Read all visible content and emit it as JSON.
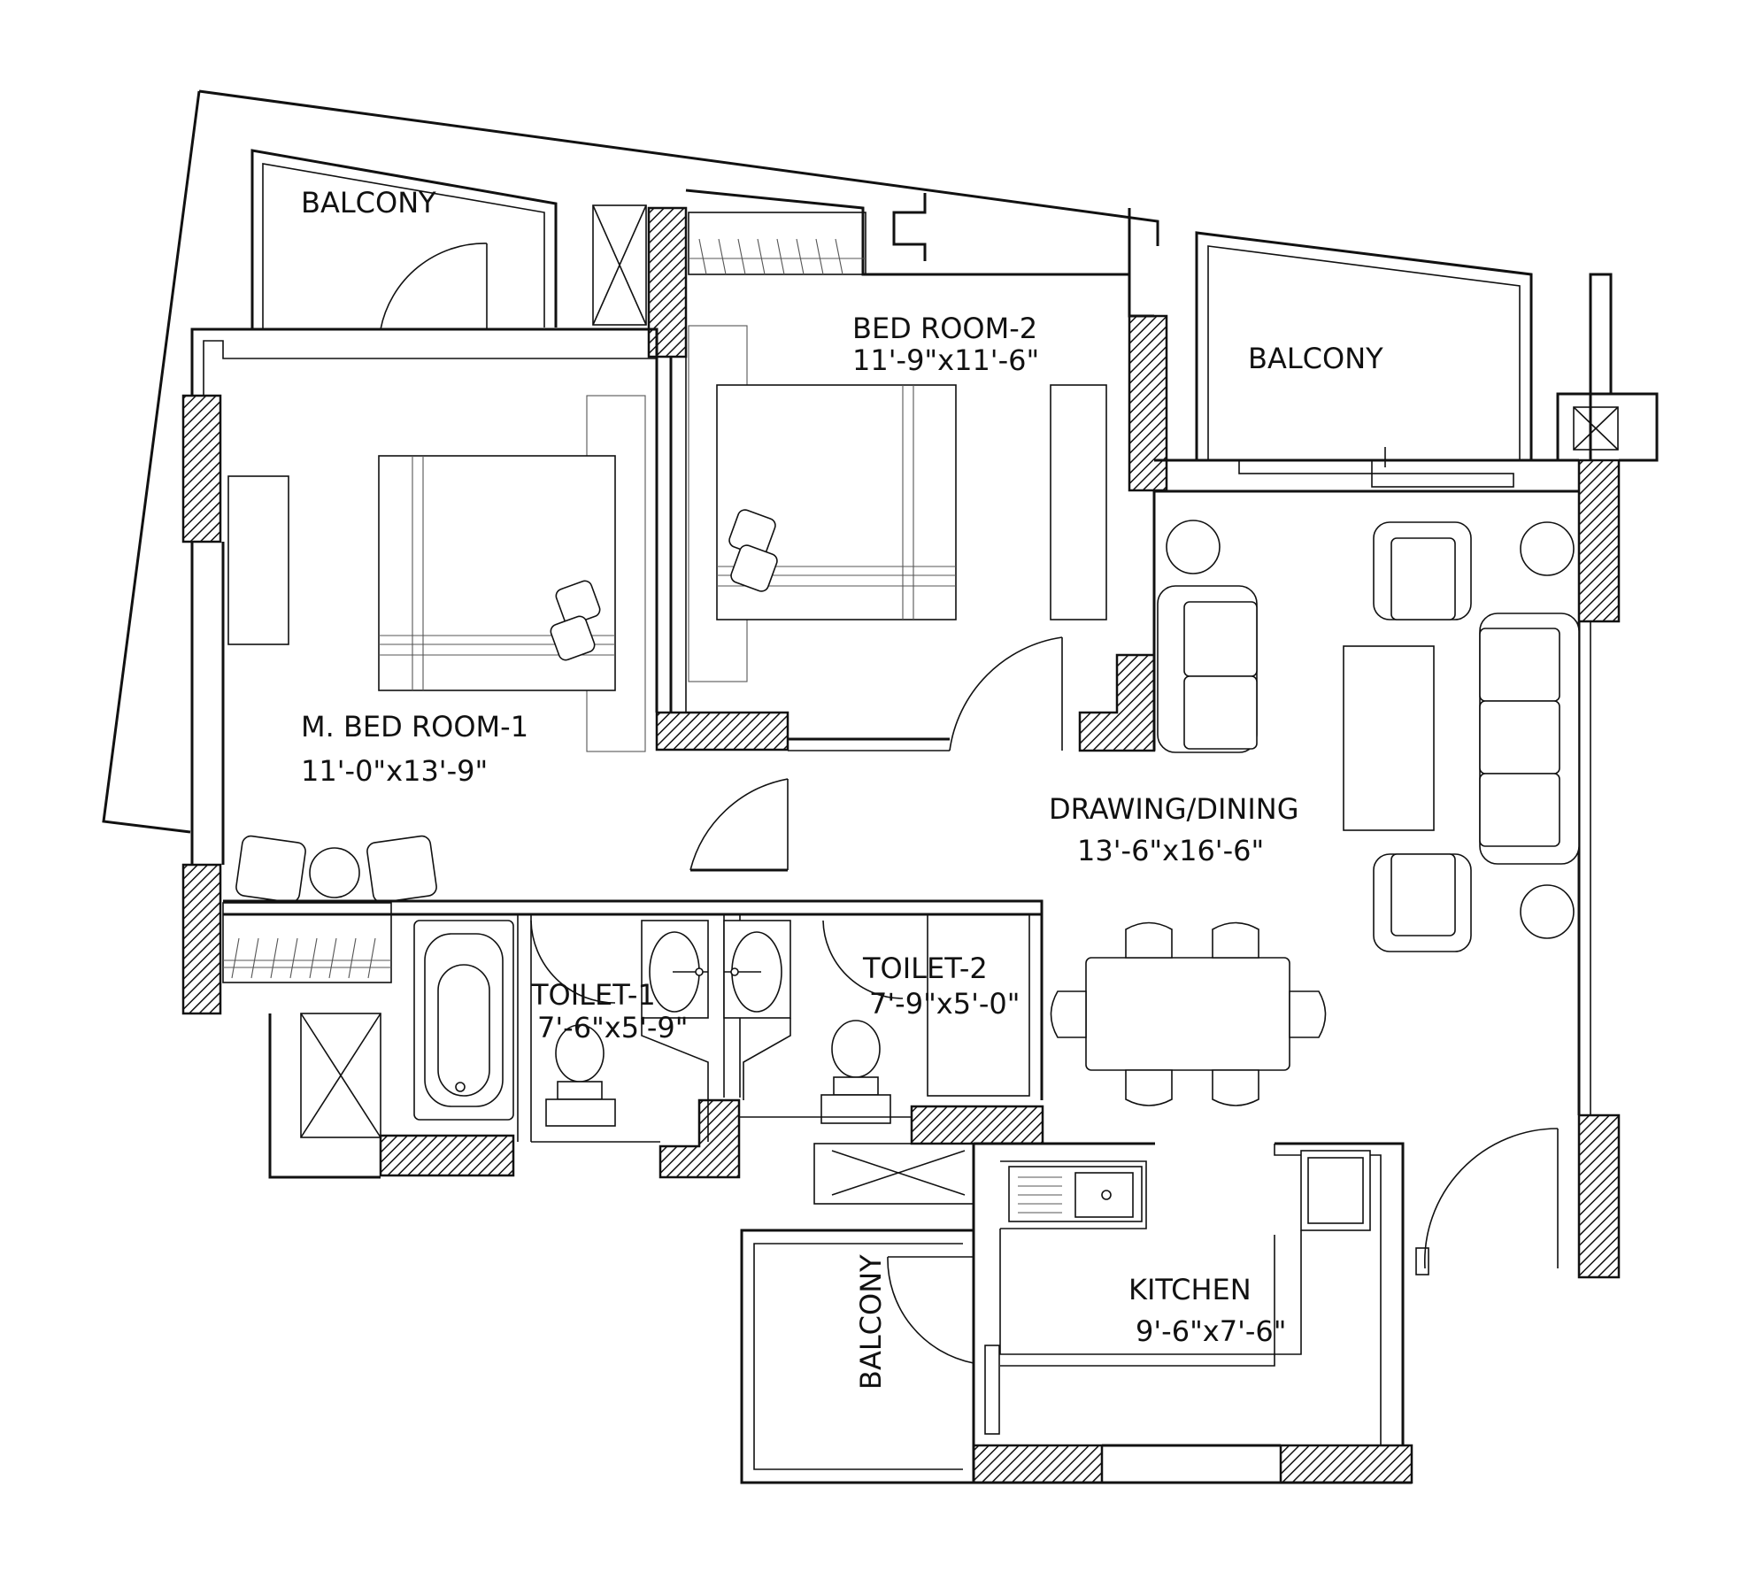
{
  "rooms": {
    "balcony_top_left": "BALCONY",
    "bedroom2_name": "BED ROOM-2",
    "bedroom2_size": "11'-9\"x11'-6\"",
    "balcony_top_right": "BALCONY",
    "master_name": "M. BED ROOM-1",
    "master_size": "11'-0\"x13'-9\"",
    "drawing_name": "DRAWING/DINING",
    "drawing_size": "13'-6\"x16'-6\"",
    "toilet1_name": "TOILET-1",
    "toilet1_size": "7'-6\"x5'-9\"",
    "toilet2_name": "TOILET-2",
    "toilet2_size": "7'-9\"x5'-0\"",
    "kitchen_name": "KITCHEN",
    "kitchen_size": "9'-6\"x7'-6\"",
    "balcony_bottom": "BALCONY"
  },
  "colors": {
    "line": "#111111",
    "background": "#ffffff"
  }
}
